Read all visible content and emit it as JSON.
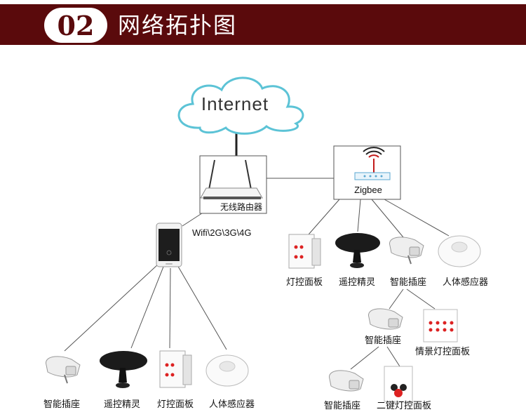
{
  "header": {
    "number": "02",
    "title": "网络拓扑图"
  },
  "diagram": {
    "cloud_label": "Internet",
    "router_label": "无线路由器",
    "zigbee_label": "Zigbee",
    "phone_link_label": "Wifi\\2G\\3G\\4G",
    "zigbee_devices": [
      "灯控面板",
      "遥控精灵",
      "智能插座",
      "人体感应器"
    ],
    "socket_children": [
      "智能插座",
      "情景灯控面板"
    ],
    "socket2_children": [
      "智能插座",
      "二键灯控面板"
    ],
    "phone_devices": [
      "智能插座",
      "遥控精灵",
      "灯控面板",
      "人体感应器"
    ]
  },
  "colors": {
    "banner": "#5a0a0c",
    "cloud_stroke": "#5cc3d6",
    "line": "#555555"
  }
}
